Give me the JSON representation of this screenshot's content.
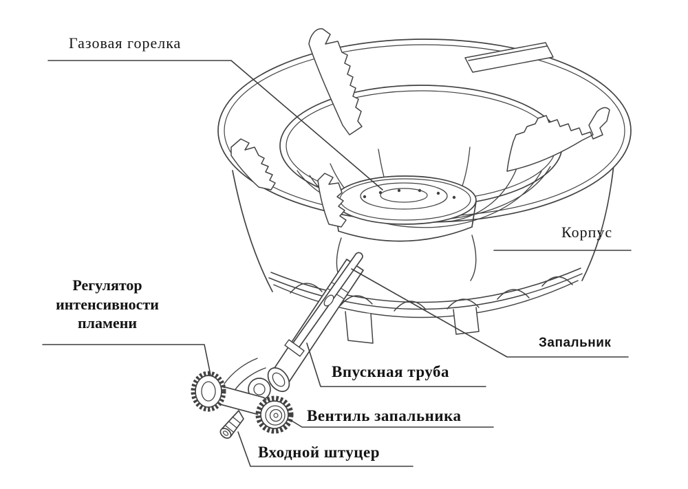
{
  "diagram": {
    "subject_labels": {
      "gas_burner": "Газовая горелка",
      "body": "Корпус",
      "flame_regulator": "Регулятор интенсивности пламени",
      "igniter": "Запальник",
      "inlet_pipe": "Впускная труба",
      "igniter_valve": "Вентиль запальника",
      "inlet_fitting": "Входной штуцер"
    },
    "colors": {
      "background": "#ffffff",
      "line": "#424242",
      "text": "#141414"
    }
  }
}
